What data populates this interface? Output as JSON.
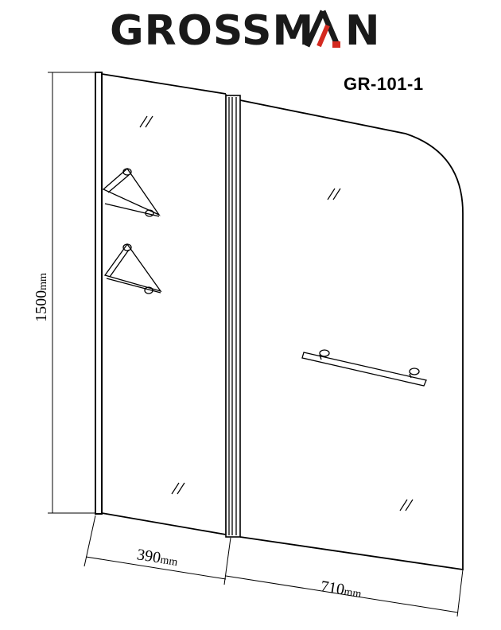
{
  "brand": {
    "name_part1": "GROSSM",
    "name_part2": "N",
    "accent_color": "#d42a20",
    "text_color": "#1a1a1a"
  },
  "model": "GR-101-1",
  "dimensions": {
    "height": "1500",
    "fixed_width": "390",
    "swing_width": "710",
    "unit": "mm"
  }
}
